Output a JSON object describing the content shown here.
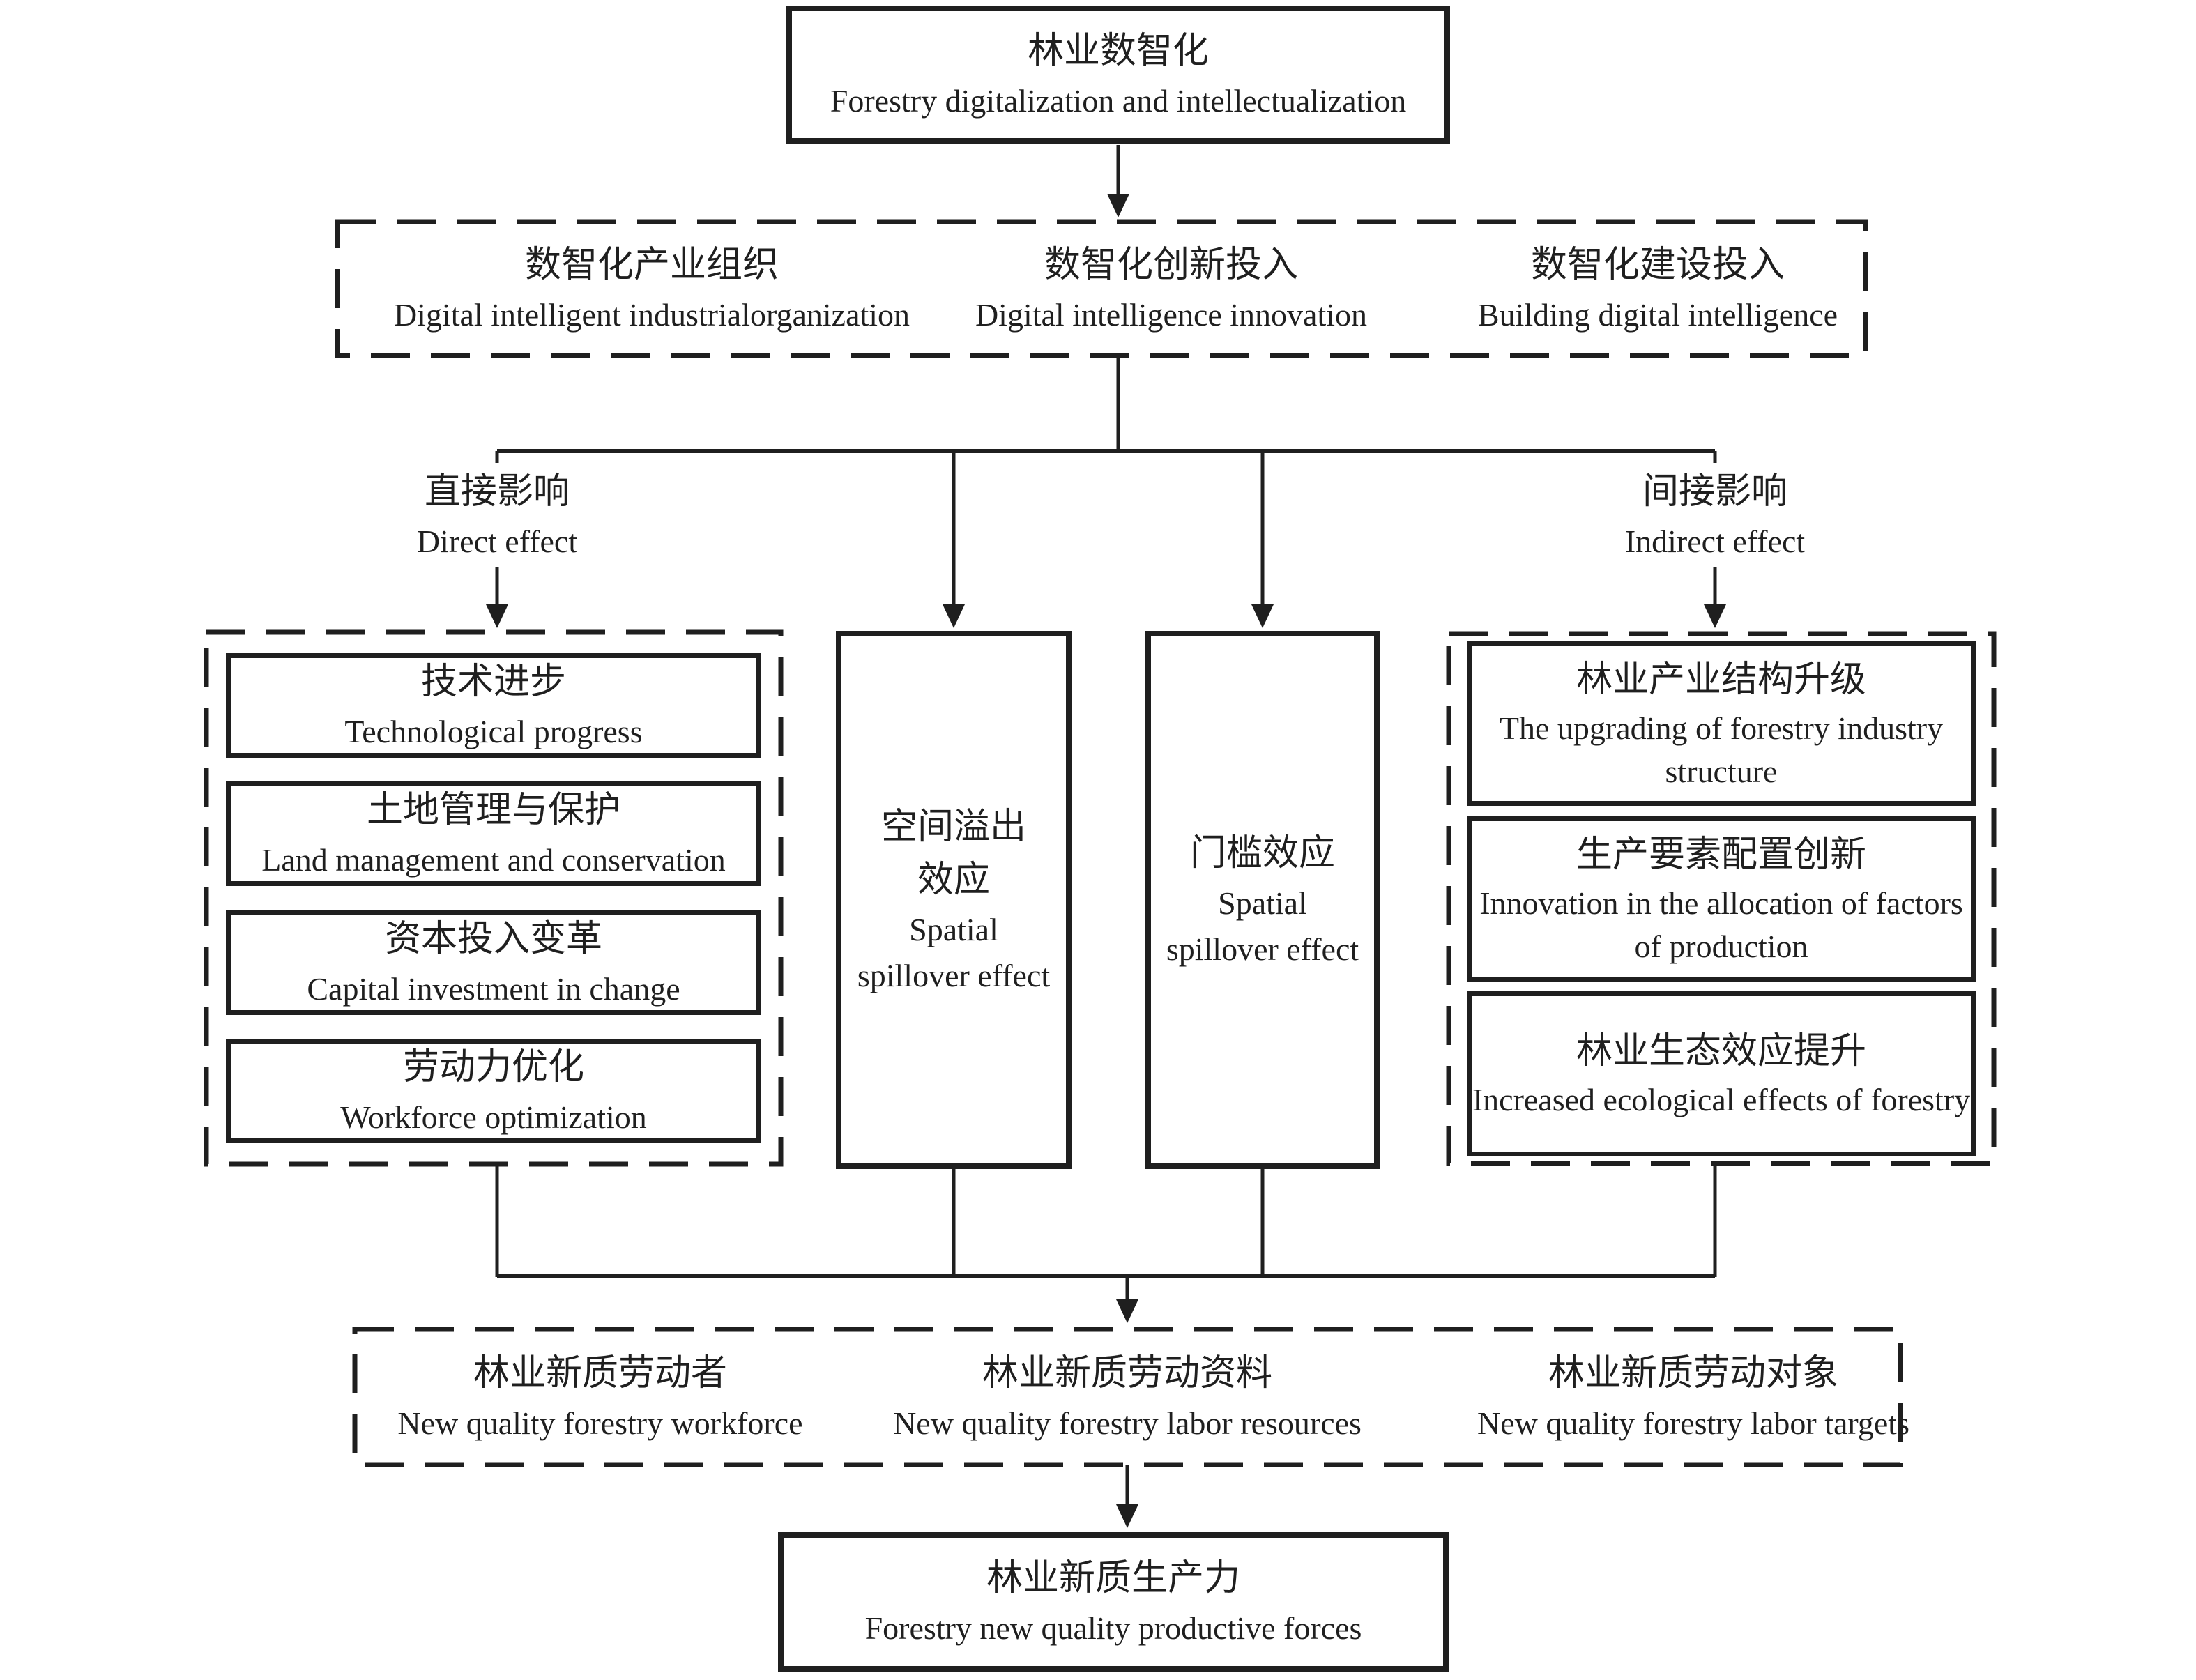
{
  "colors": {
    "ink": "#1f1f1f",
    "background": "#ffffff"
  },
  "diagram": {
    "top": {
      "zh": "林业数智化",
      "en": "Forestry digitalization and intellectualization"
    },
    "inputs": [
      {
        "zh": "数智化产业组织",
        "en": "Digital intelligent industrialorganization"
      },
      {
        "zh": "数智化创新投入",
        "en": "Digital intelligence innovation"
      },
      {
        "zh": "数智化建设投入",
        "en": "Building digital intelligence"
      }
    ],
    "branch_labels": {
      "direct": {
        "zh": "直接影响",
        "en": "Direct effect"
      },
      "indirect": {
        "zh": "间接影响",
        "en": "Indirect effect"
      }
    },
    "direct_effects": [
      {
        "zh": "技术进步",
        "en": "Technological progress"
      },
      {
        "zh": "土地管理与保护",
        "en": "Land management and conservation"
      },
      {
        "zh": "资本投入变革",
        "en": "Capital investment in change"
      },
      {
        "zh": "劳动力优化",
        "en": "Workforce optimization"
      }
    ],
    "mediators": [
      {
        "zh": [
          "空间溢出",
          "效应"
        ],
        "en": [
          "Spatial",
          "spillover effect"
        ]
      },
      {
        "zh": [
          "门槛效应"
        ],
        "en": [
          "Spatial",
          "spillover effect"
        ]
      }
    ],
    "indirect_effects": [
      {
        "zh": "林业产业结构升级",
        "en": "The upgrading of forestry industry structure"
      },
      {
        "zh": "生产要素配置创新",
        "en": "Innovation in the allocation of factors of production"
      },
      {
        "zh": "林业生态效应提升",
        "en": "Increased ecological effects of forestry"
      }
    ],
    "outputs": [
      {
        "zh": "林业新质劳动者",
        "en": "New quality forestry workforce"
      },
      {
        "zh": "林业新质劳动资料",
        "en": "New quality forestry labor resources"
      },
      {
        "zh": "林业新质劳动对象",
        "en": "New quality forestry labor targets"
      }
    ],
    "final": {
      "zh": "林业新质生产力",
      "en": "Forestry new quality productive forces"
    }
  }
}
